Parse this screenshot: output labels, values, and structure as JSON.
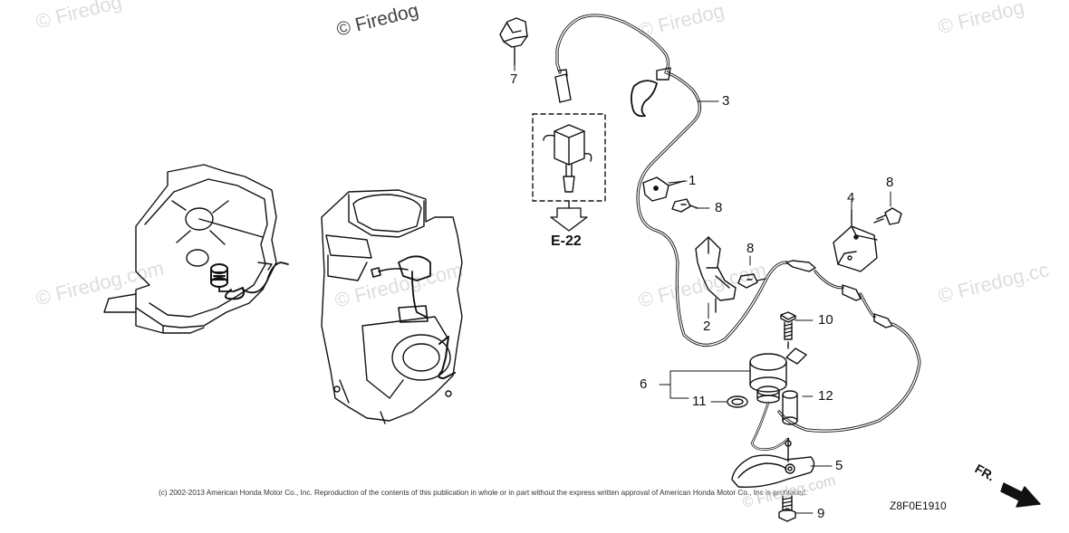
{
  "watermarks": {
    "w1": "© Firedog",
    "w2": "© Firedog",
    "w3": "© Firedog",
    "w4": "© Firedog",
    "w5": "© Firedog.com",
    "w6": "© Firedog.com",
    "w7": "© Firedog.cc",
    "w8": "© Firedog.com",
    "w9": "© Firedog.com"
  },
  "callouts": {
    "c1": "1",
    "c2": "2",
    "c3": "3",
    "c4": "4",
    "c5": "5",
    "c6": "6",
    "c7": "7",
    "c8a": "8",
    "c8b": "8",
    "c8c": "8",
    "c9": "9",
    "c10": "10",
    "c11": "11",
    "c12": "12"
  },
  "reference_label": "E-22",
  "copyright": "(c) 2002-2013 American Honda Motor Co., Inc. Reproduction of the contents of this publication in whole or in part without the express written approval of American Honda Motor Co., Inc is prohibited.",
  "diagram_code": "Z8F0E1910",
  "direction_label": "FR.",
  "colors": {
    "line": "#111111",
    "watermark": "#dddddd"
  }
}
